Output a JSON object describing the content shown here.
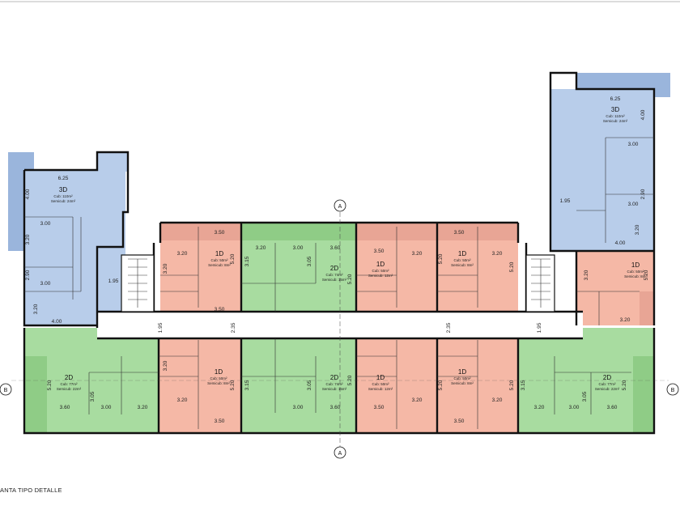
{
  "drawing_title": "ANTA TIPO DETALLE",
  "colors": {
    "unit_1d": "#f5b8a6",
    "unit_2d": "#a8dca0",
    "unit_3d": "#b8cdea",
    "terrace_1d": "#e8a595",
    "terrace_2d": "#8fcc86",
    "terrace_3d": "#9ab5dc",
    "wall": "#111111"
  },
  "section_markers": {
    "A_top": "A",
    "A_bottom": "A",
    "B_left": "B",
    "B_right": "B"
  },
  "units": {
    "u3d_left": {
      "name": "3D",
      "cub": "Cub: 110m²",
      "semi": "Semicub: 24m²"
    },
    "u3d_right": {
      "name": "3D",
      "cub": "Cub: 110m²",
      "semi": "Semicub: 24m²"
    },
    "u1d_tl": {
      "name": "1D",
      "cub": "Cub: 50m²",
      "semi": "Semicub: 8m²"
    },
    "u2d_tc": {
      "name": "2D",
      "cub": "Cub: 74m²",
      "semi": "Semicub: 15m²"
    },
    "u1d_tc": {
      "name": "1D",
      "cub": "Cub: 50m²",
      "semi": "Semicub: 12m²"
    },
    "u1d_tr": {
      "name": "1D",
      "cub": "Cub: 50m²",
      "semi": "Semicub: 8m²"
    },
    "u1d_r": {
      "name": "1D",
      "cub": "Cub: 50m²",
      "semi": "Semicub: 8m²"
    },
    "u2d_bl": {
      "name": "2D",
      "cub": "Cub: 77m²",
      "semi": "Semicub: 22m²"
    },
    "u1d_bl": {
      "name": "1D",
      "cub": "Cub: 50m²",
      "semi": "Semicub: 8m²"
    },
    "u2d_bc": {
      "name": "2D",
      "cub": "Cub: 74m²",
      "semi": "Semicub: 15m²"
    },
    "u1d_bc": {
      "name": "1D",
      "cub": "Cub: 50m²",
      "semi": "Semicub: 12m²"
    },
    "u1d_br": {
      "name": "1D",
      "cub": "Cub: 50m²",
      "semi": "Semicub: 8m²"
    },
    "u2d_br": {
      "name": "2D",
      "cub": "Cub: 77m²",
      "semi": "Semicub: 22m²"
    }
  },
  "dims": {
    "d625a": "6.25",
    "d400a": "4.00",
    "d300a": "3.00",
    "d320a": "3.20",
    "d290a": "2.90",
    "d300b": "3.00",
    "d320b": "3.20",
    "d400b": "4.00",
    "d195a": "1.95",
    "d625b": "6.25",
    "d400c": "4.00",
    "d300c": "3.00",
    "d290b": "2.90",
    "d300d": "3.00",
    "d320c": "3.20",
    "d400d": "4.00",
    "d195b": "1.95",
    "d350a": "3.50",
    "d320d": "3.20",
    "d520a": "5.20",
    "d320e": "3.20",
    "d315a": "3.15",
    "d300e": "3.00",
    "d360a": "3.60",
    "d305a": "3.05",
    "d520b": "5.20",
    "d350b": "3.50",
    "d320f": "3.20",
    "d520c": "5.20",
    "d350c": "3.50",
    "d320g": "3.20",
    "d520d": "5.20",
    "d320h": "3.20",
    "d520e": "5.20",
    "d350d": "3.50",
    "d320i": "3.20",
    "d320j": "3.20",
    "d195c": "1.95",
    "d235a": "2.35",
    "d235b": "2.35",
    "d195d": "1.95",
    "d520f": "5.20",
    "d360b": "3.60",
    "d305b": "3.05",
    "d300f": "3.00",
    "d320k": "3.20",
    "d320l": "3.20",
    "d520g": "5.20",
    "d350e": "3.50",
    "d320m": "3.20",
    "d315b": "3.15",
    "d300g": "3.00",
    "d360c": "3.60",
    "d305c": "3.05",
    "d520h": "5.20",
    "d350f": "3.50",
    "d320n": "3.20",
    "d520i": "5.20",
    "d350g": "3.50",
    "d320o": "3.20",
    "d520j": "5.20",
    "d320p": "3.20",
    "d315c": "3.15",
    "d305d": "3.05",
    "d300h": "3.00",
    "d360d": "3.60",
    "d520k": "5.20"
  }
}
